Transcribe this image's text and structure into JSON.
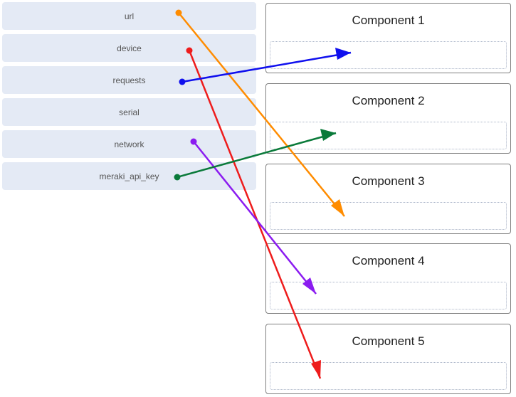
{
  "sources": [
    {
      "label": "url"
    },
    {
      "label": "device"
    },
    {
      "label": "requests"
    },
    {
      "label": "serial"
    },
    {
      "label": "network"
    },
    {
      "label": "meraki_api_key"
    }
  ],
  "targets": [
    {
      "title": "Component 1"
    },
    {
      "title": "Component 2"
    },
    {
      "title": "Component 3"
    },
    {
      "title": "Component 4"
    },
    {
      "title": "Component 5"
    }
  ],
  "connections": [
    {
      "from": "url",
      "to": "Component 3",
      "color": "#ff8c00"
    },
    {
      "from": "device",
      "to": "Component 5",
      "color": "#ee1c1c"
    },
    {
      "from": "requests",
      "to": "Component 1",
      "color": "#1010ee"
    },
    {
      "from": "network",
      "to": "Component 4",
      "color": "#8b1cf0"
    },
    {
      "from": "meraki_api_key",
      "to": "Component 2",
      "color": "#0a7a3a"
    }
  ]
}
